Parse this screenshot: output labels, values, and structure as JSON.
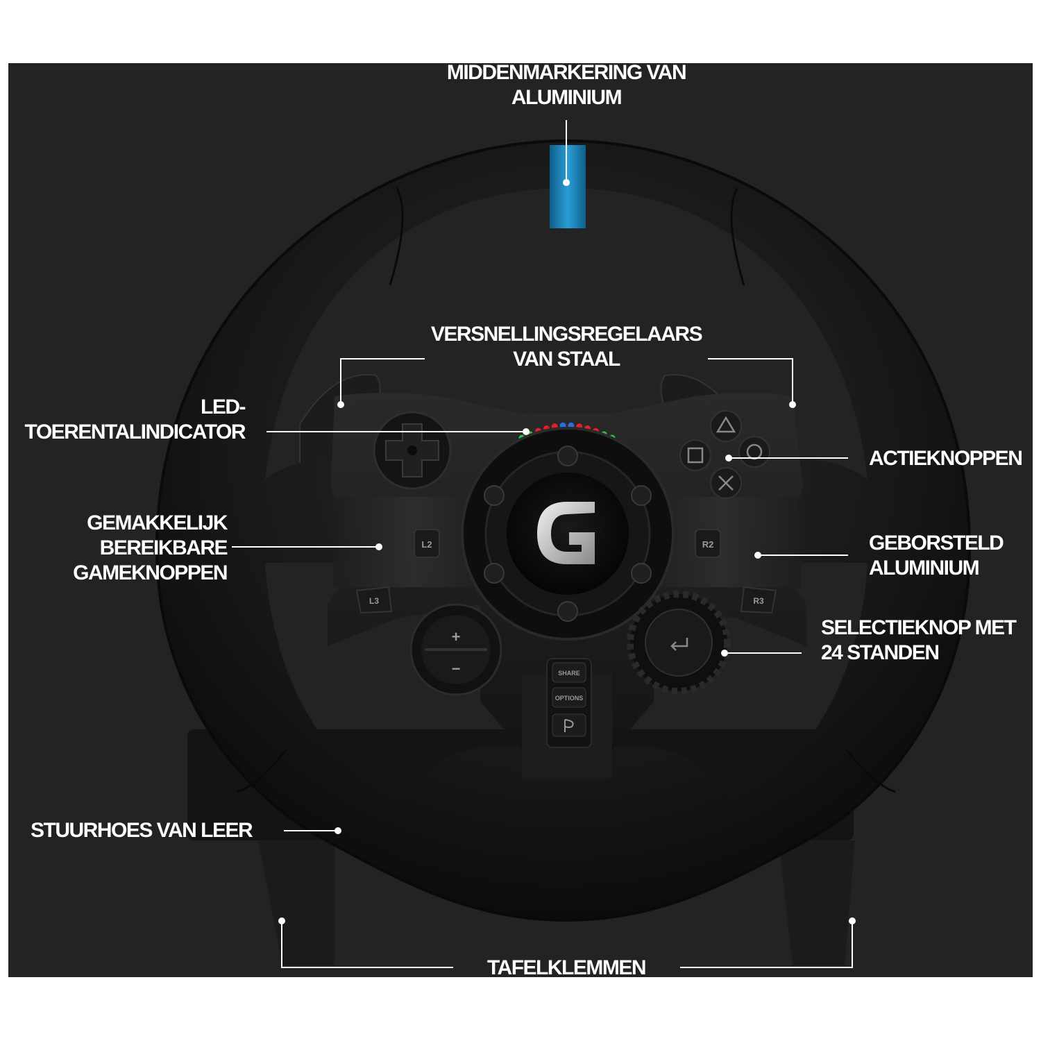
{
  "colors": {
    "background": "#232323",
    "page": "#ffffff",
    "leather": "#161616",
    "center_marker": "#1a7fb3",
    "label_text": "#ffffff"
  },
  "labels": {
    "center_marker": "MIDDENMARKERING VAN\nALUMINIUM",
    "shifters": "VERSNELLINGSREGELAARS\nVAN STAAL",
    "led": "LED-\nTOERENTALINDICATOR",
    "action_buttons": "ACTIEKNOPPEN",
    "game_buttons": "GEMAKKELIJK\nBEREIKBARE\nGAMEKNOPPEN",
    "brushed": "GEBORSTELD\nALUMINIUM",
    "dial": "SELECTIEKNOP MET\n24 STANDEN",
    "leather": "STUURHOES VAN LEER",
    "clamps": "TAFELKLEMMEN"
  },
  "wheel_buttons": {
    "l2": "L2",
    "r2": "R2",
    "l3": "L3",
    "r3": "R3",
    "plus": "+",
    "minus": "−",
    "share": "SHARE",
    "options": "OPTIONS"
  },
  "led_colors": [
    "#2ec24a",
    "#2ec24a",
    "#e0202a",
    "#e0202a",
    "#e0202a",
    "#2a6fe0",
    "#2a6fe0",
    "#e0202a",
    "#e0202a",
    "#e0202a",
    "#2ec24a",
    "#2ec24a"
  ],
  "icons": [
    "logitech-g-logo",
    "dpad-icon",
    "triangle-icon",
    "circle-icon",
    "square-icon",
    "cross-icon",
    "enter-icon",
    "playstation-icon"
  ]
}
